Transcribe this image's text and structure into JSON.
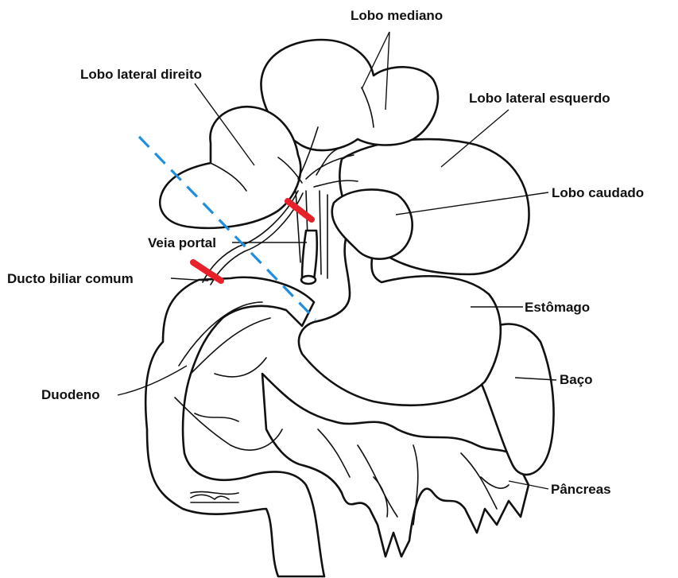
{
  "labels": {
    "lobo_mediano": "Lobo mediano",
    "lobo_lateral_direito": "Lobo lateral direito",
    "lobo_lateral_esquerdo": "Lobo lateral esquerdo",
    "lobo_caudado": "Lobo caudado",
    "veia_portal": "Veia portal",
    "ducto_biliar_comum": "Ducto biliar comum",
    "estomago": "Estômago",
    "duodeno": "Duodeno",
    "baco": "Baço",
    "pancreas": "Pâncreas"
  },
  "colors": {
    "ligature_marks": "#e8202a",
    "cut_line": "#1f8ee0",
    "outline": "#111111"
  },
  "icons": {
    "ligature": "red-ligature-mark",
    "cut_line": "dashed-incision-line"
  }
}
